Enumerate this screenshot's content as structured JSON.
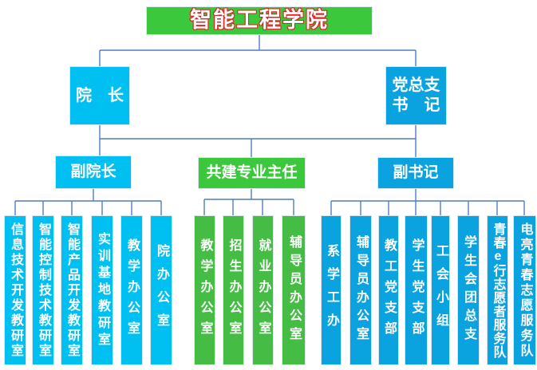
{
  "title": "智能工程学院",
  "colors": {
    "header_green": "#3cc83c",
    "column_green": "#45bd45",
    "left_cyan": "#00c0f2",
    "right_blue": "#0aa3e0",
    "connector_line": "#4f7dc0",
    "title_outline_red": "#e02020",
    "text": "#ffffff"
  },
  "nodes": {
    "dean": "院　长",
    "party_secretary": {
      "line1": "党总支",
      "line2": "书　记"
    },
    "vice_dean": "副院长",
    "joint_major_director": "共建专业主任",
    "deputy_secretary": "副书记"
  },
  "branches": {
    "dean_offices": [
      "信息技术开发教研室",
      "智能控制技术教研室",
      "智能产品开发教研室",
      "实训基地教研室",
      "教学办公室",
      "院办公室"
    ],
    "joint_offices": [
      "教学办公室",
      "招生办公室",
      "就业办公室",
      "辅导员办公室"
    ],
    "secretary_offices": [
      "系学工办",
      "辅导员办公室",
      "教工党支部",
      "学生党支部",
      "工会小组",
      "学生会团总支",
      "青春e行志愿者服务队",
      "电亮青春志愿服务队"
    ]
  }
}
